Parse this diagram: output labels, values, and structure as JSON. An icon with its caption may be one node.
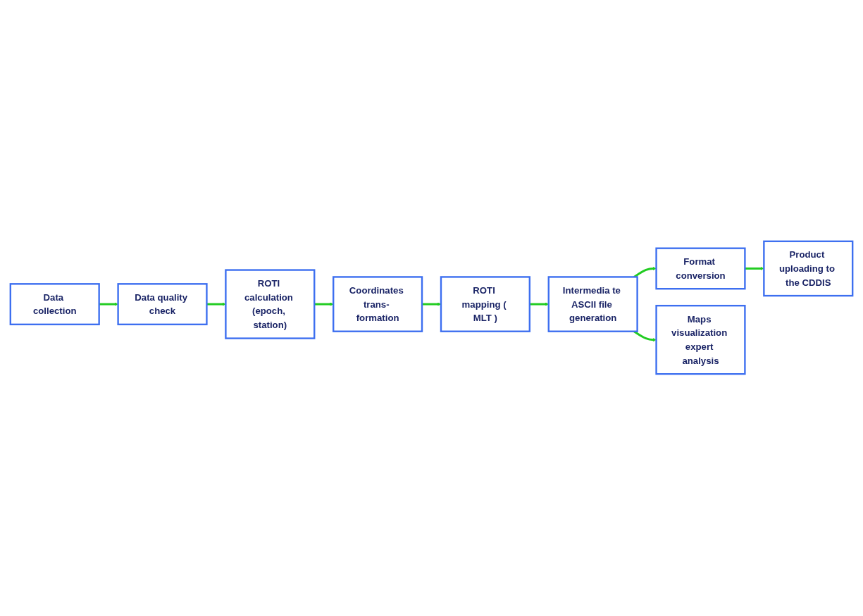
{
  "diagram": {
    "nodes": [
      {
        "text": [
          "Data collection"
        ]
      },
      {
        "text": [
          "Data quality check"
        ]
      },
      {
        "text": [
          "ROTI calculation (epoch, station)"
        ]
      },
      {
        "text": [
          "Coordinates trans- formation"
        ]
      },
      {
        "text": [
          "ROTI mapping ( MLT )"
        ]
      },
      {
        "text": [
          "Intermedia te ASCII file generation"
        ]
      },
      {
        "text": [
          "Format conversion"
        ]
      },
      {
        "text": [
          "Product uploading to the CDDIS"
        ]
      },
      {
        "text": [
          "Maps visualization expert analysis"
        ]
      }
    ],
    "edges": [
      {
        "from": 0,
        "to": 1,
        "arrow": "to"
      },
      {
        "from": 1,
        "to": 2,
        "arrow": "to"
      },
      {
        "from": 2,
        "to": 3,
        "arrow": "to"
      },
      {
        "from": 3,
        "to": 4,
        "arrow": "to"
      },
      {
        "from": 4,
        "to": 5,
        "arrow": "to"
      },
      {
        "from": 5,
        "to": 6,
        "arrow": "to"
      },
      {
        "from": 6,
        "to": 7,
        "arrow": "to"
      },
      {
        "from": 5,
        "to": 8,
        "arrow": "to"
      }
    ]
  }
}
